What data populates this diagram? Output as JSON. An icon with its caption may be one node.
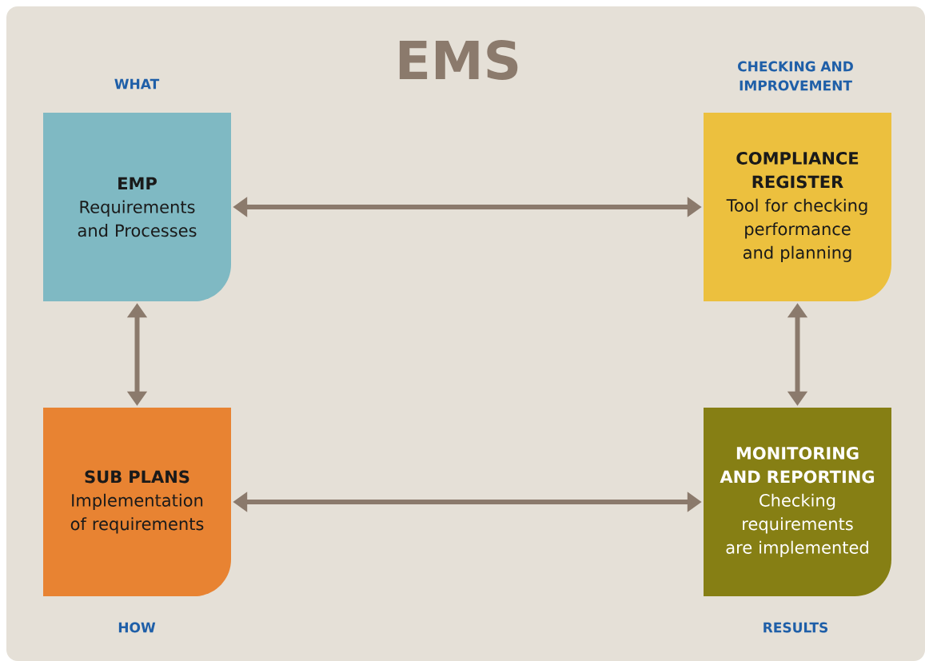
{
  "diagram": {
    "title": "EMS",
    "nodes": [
      {
        "text": [
          "EMP",
          "Requirements and Processes"
        ]
      },
      {
        "text": [
          "COMPLIANCE REGISTER",
          "Tool for checking performance and planning"
        ]
      },
      {
        "text": [
          "SUB PLANS",
          "Implementation of requirements"
        ]
      },
      {
        "text": [
          "MONITORING AND REPORTING",
          "Checking requirements are implemented"
        ]
      }
    ],
    "edges": [
      {
        "from": 0,
        "to": 1,
        "arrow": "both"
      },
      {
        "from": 0,
        "to": 2,
        "arrow": "both"
      },
      {
        "from": 1,
        "to": 3,
        "arrow": "both"
      },
      {
        "from": 2,
        "to": 3,
        "arrow": "both"
      }
    ],
    "labels": [
      "WHAT",
      "CHECKING AND IMPROVEMENT",
      "HOW",
      "RESULTS"
    ]
  }
}
